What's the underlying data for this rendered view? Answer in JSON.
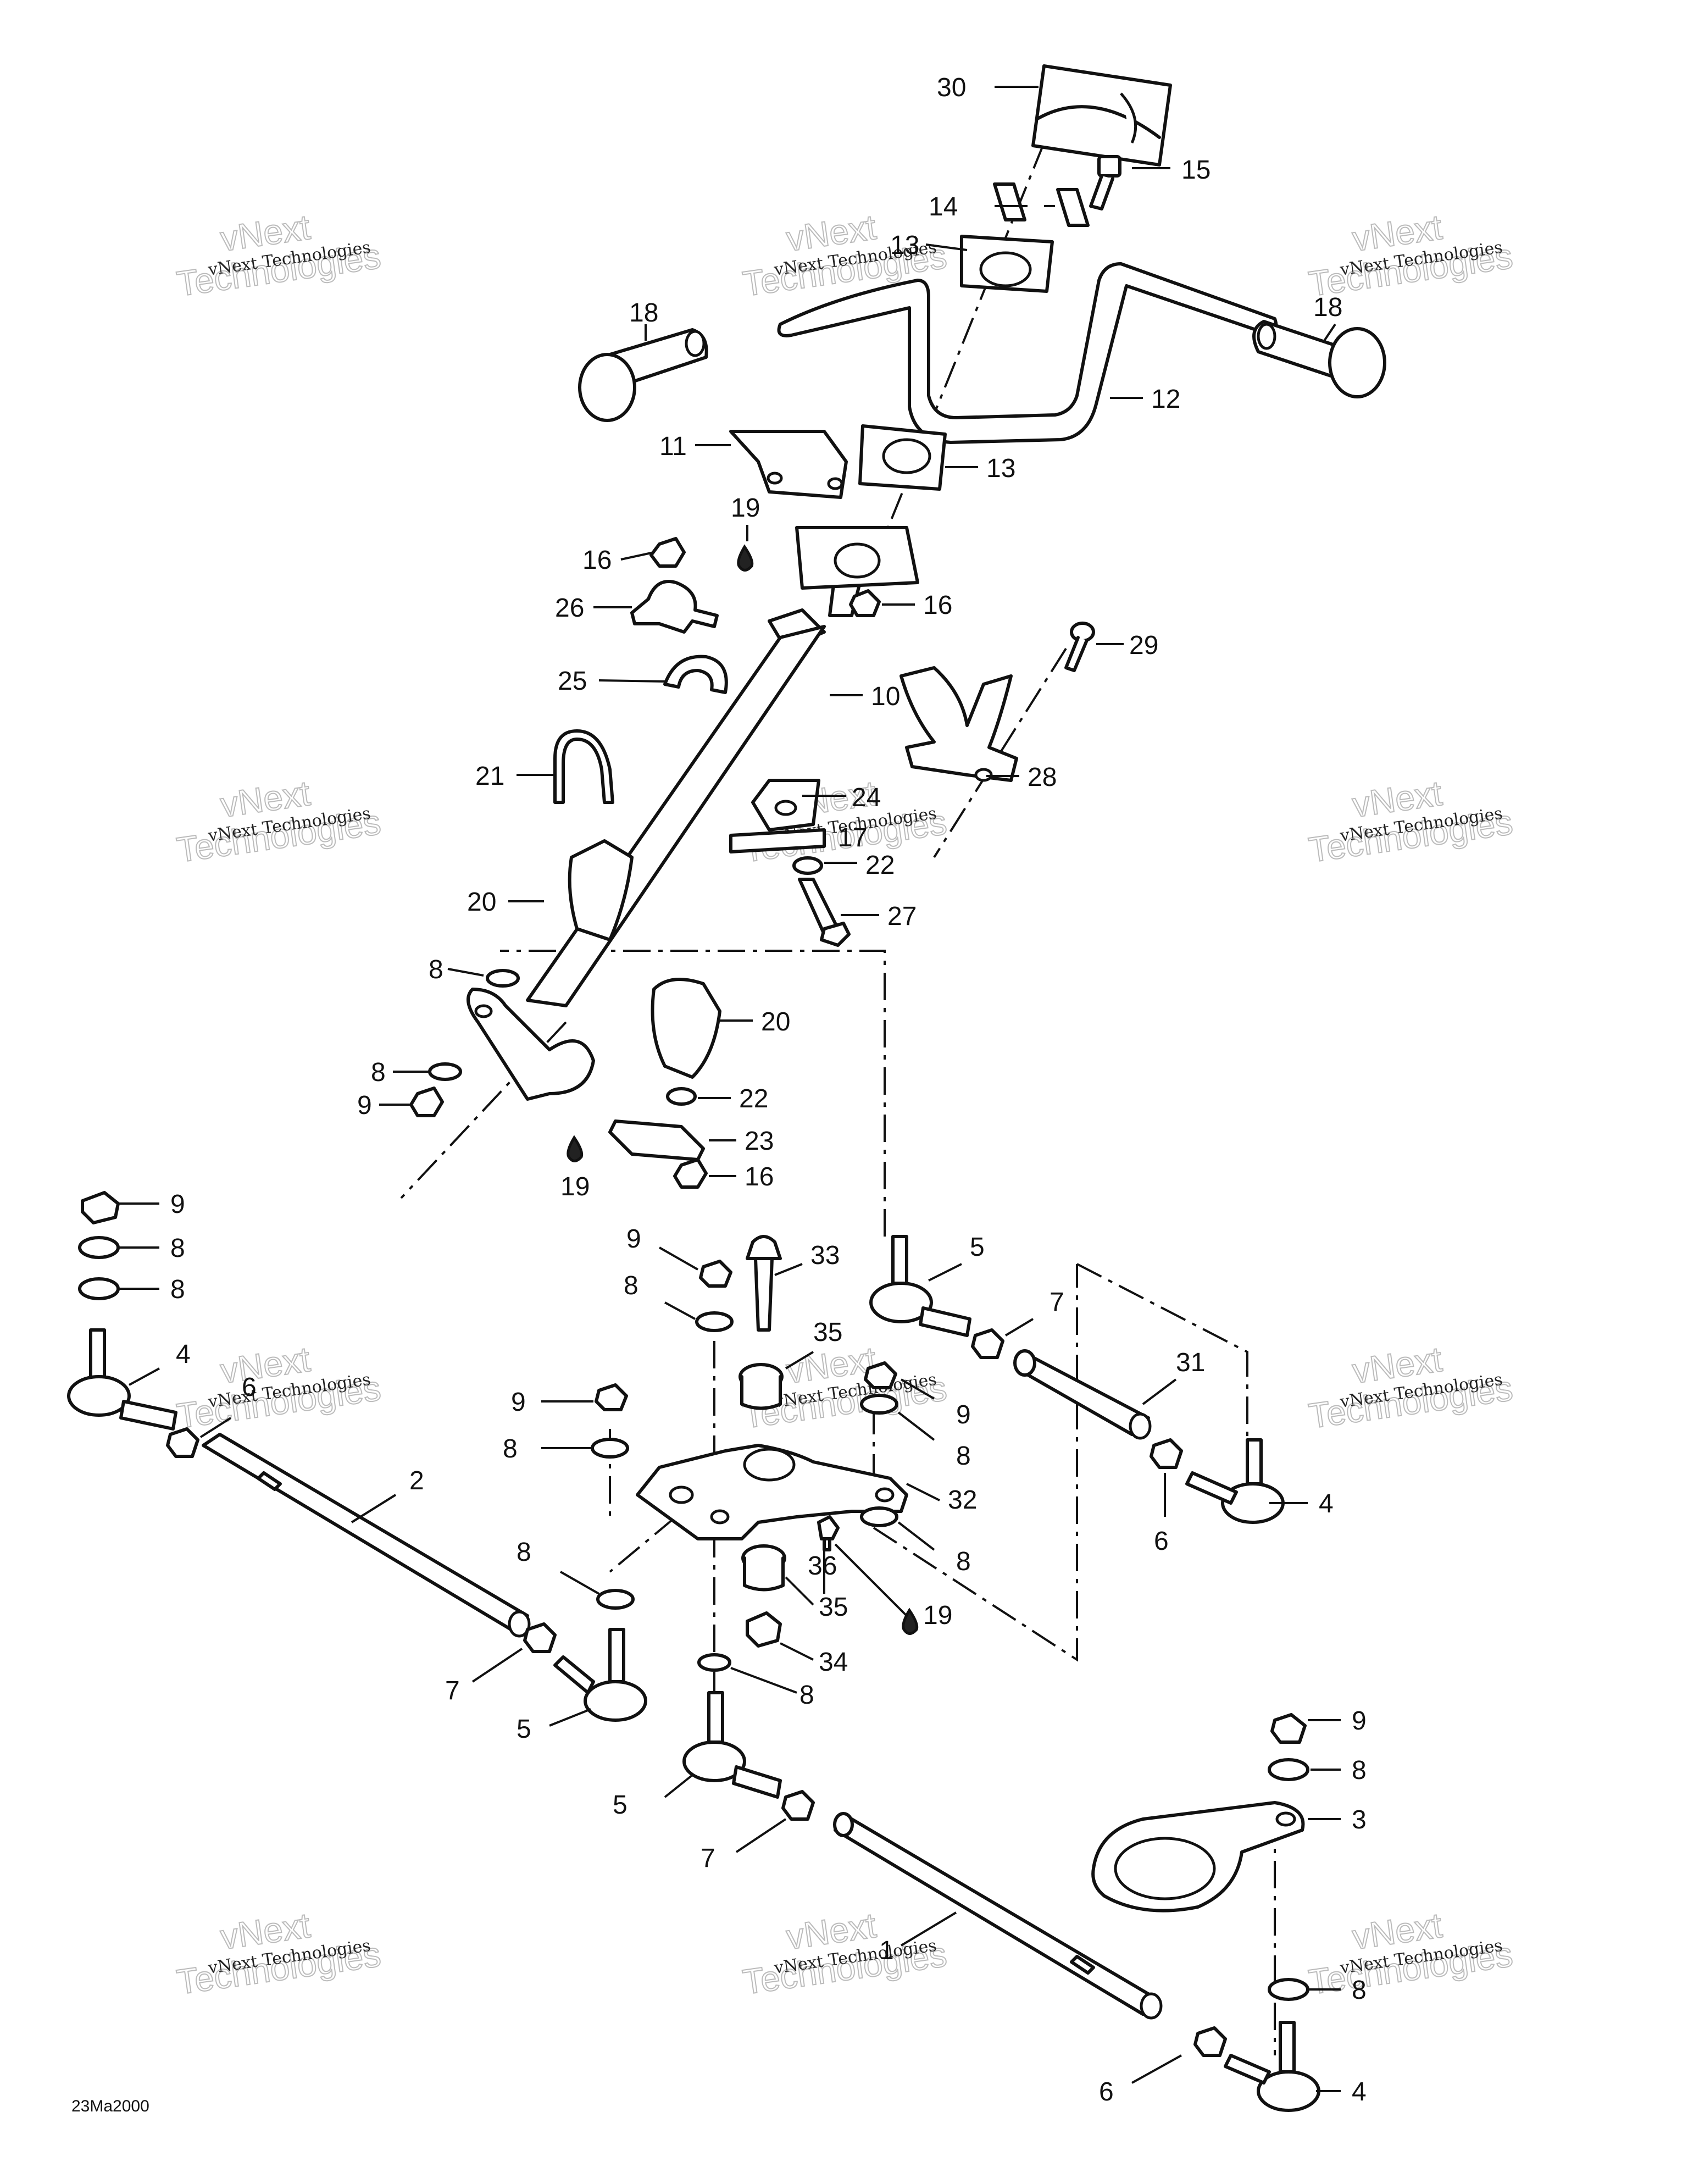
{
  "diagram_code": "23Ma2000",
  "watermark": {
    "small": "vNext Technologies",
    "large": "Technologies",
    "brand": "vNext"
  },
  "callouts": [
    "30",
    "15",
    "14",
    "13",
    "18",
    "18",
    "12",
    "11",
    "13",
    "19",
    "16",
    "16",
    "26",
    "25",
    "10",
    "29",
    "21",
    "28",
    "24",
    "17",
    "22",
    "27",
    "20",
    "8",
    "20",
    "8",
    "9",
    "22",
    "23",
    "19",
    "16",
    "9",
    "8",
    "8",
    "4",
    "6",
    "9",
    "33",
    "5",
    "8",
    "7",
    "35",
    "31",
    "9",
    "9",
    "8",
    "8",
    "2",
    "32",
    "4",
    "6",
    "8",
    "36",
    "8",
    "19",
    "35",
    "34",
    "7",
    "5",
    "8",
    "9",
    "8",
    "5",
    "3",
    "7",
    "1",
    "8",
    "6",
    "4"
  ]
}
